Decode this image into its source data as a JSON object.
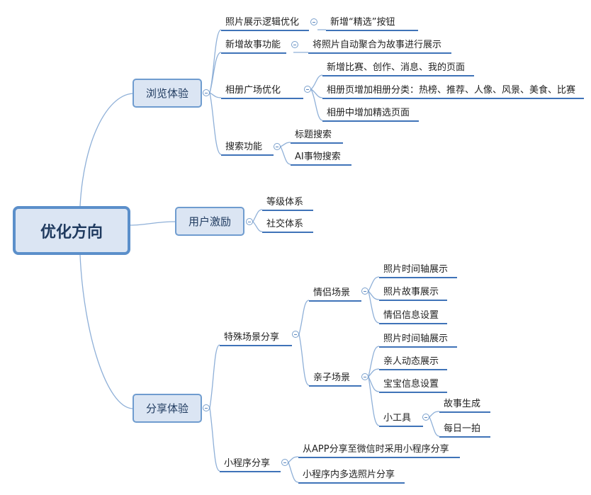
{
  "central": "优化方向",
  "browse": {
    "label": "浏览体验",
    "photo_logic": {
      "label": "照片展示逻辑优化",
      "add_featured_button": "新增“精选”按钮"
    },
    "story": {
      "label": "新增故事功能",
      "auto_story": "将照片自动聚合为故事进行展示"
    },
    "square": {
      "label": "相册广场优化",
      "items": [
        "新增比赛、创作、消息、我的页面",
        "相册页增加相册分类：热榜、推荐、人像、风景、美食、比赛",
        "相册中增加精选页面"
      ]
    },
    "search": {
      "label": "搜索功能",
      "items": [
        "标题搜索",
        "AI事物搜索"
      ]
    }
  },
  "incentive": {
    "label": "用户激励",
    "items": [
      "等级体系",
      "社交体系"
    ]
  },
  "share": {
    "label": "分享体验",
    "special": {
      "label": "特殊场景分享",
      "couple": {
        "label": "情侣场景",
        "items": [
          "照片时间轴展示",
          "照片故事展示",
          "情侣信息设置"
        ]
      },
      "family": {
        "label": "亲子场景",
        "items": [
          "照片时间轴展示",
          "亲人动态展示",
          "宝宝信息设置"
        ],
        "tools": {
          "label": "小工具",
          "items": [
            "故事生成",
            "每日一拍"
          ]
        }
      }
    },
    "miniprogram": {
      "label": "小程序分享",
      "items": [
        "从APP分享至微信时采用小程序分享",
        "小程序内多选照片分享"
      ]
    }
  }
}
